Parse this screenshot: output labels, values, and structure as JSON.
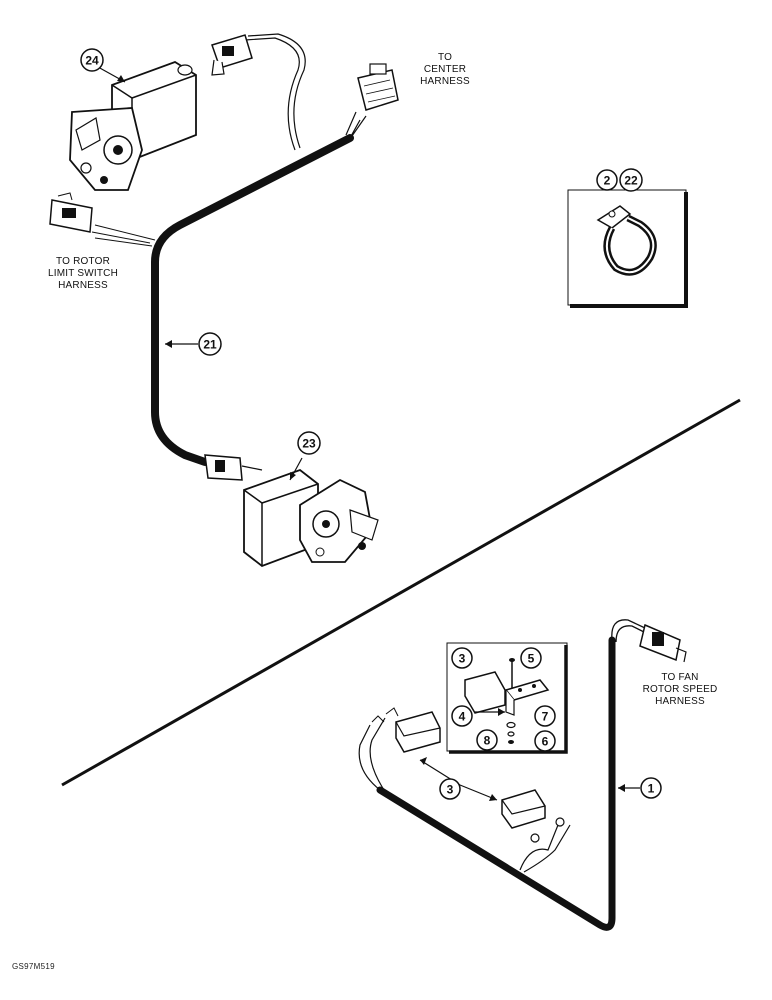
{
  "labels": {
    "center_harness": "TO\nCENTER\nHARNESS",
    "rotor_limit_harness": "TO ROTOR\nLIMIT SWITCH\nHARNESS",
    "fan_rotor_harness": "TO FAN\nROTOR SPEED\nHARNESS"
  },
  "callouts": {
    "c24": "24",
    "c2": "2",
    "c22": "22",
    "c21": "21",
    "c23": "23",
    "c3a": "3",
    "c5": "5",
    "c4": "4",
    "c7": "7",
    "c8": "8",
    "c6": "6",
    "c3b": "3",
    "c1": "1"
  },
  "figure_id": "GS97M519"
}
